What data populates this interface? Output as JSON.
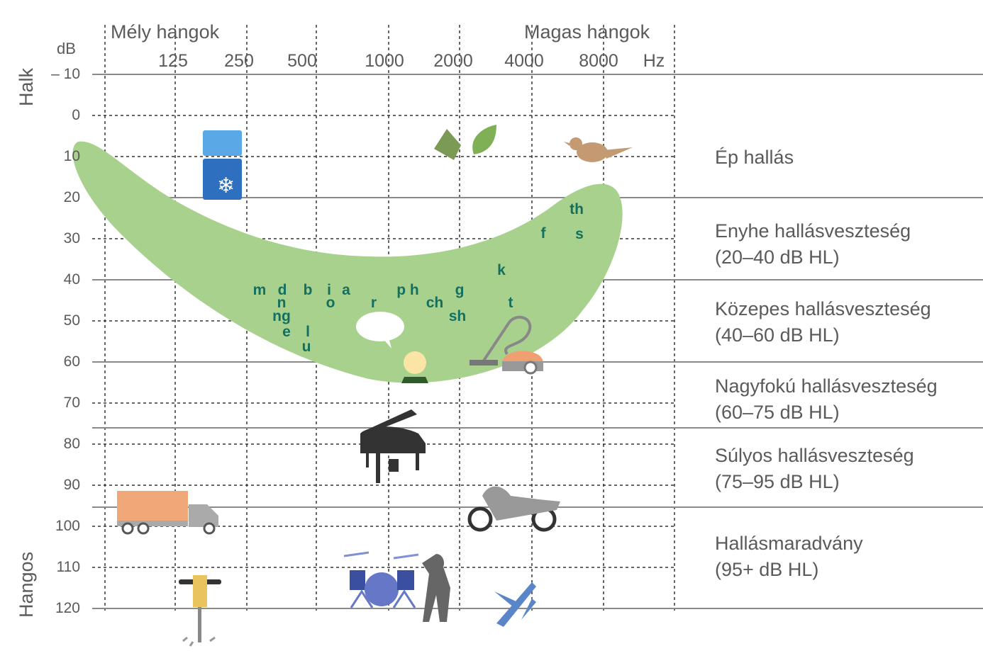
{
  "header": {
    "low_label": "Mély hangok",
    "high_label": "Magas hangok",
    "db_unit": "dB",
    "hz_unit": "Hz"
  },
  "frequencies": [
    "125",
    "250",
    "500",
    "1000",
    "2000",
    "4000",
    "8000"
  ],
  "db_levels": [
    "– 10",
    "0",
    "10",
    "20",
    "30",
    "40",
    "50",
    "60",
    "70",
    "80",
    "90",
    "100",
    "110",
    "120"
  ],
  "side_labels": {
    "quiet": "Halk",
    "loud": "Hangos"
  },
  "categories": [
    {
      "line1": "Ép hallás",
      "line2": ""
    },
    {
      "line1": "Enyhe hallásveszteség",
      "line2": "(20–40 dB HL)"
    },
    {
      "line1": "Közepes hallásveszteség",
      "line2": "(40–60 dB HL)"
    },
    {
      "line1": "Nagyfokú hallásveszteség",
      "line2": "(60–75 dB HL)"
    },
    {
      "line1": "Súlyos hallásveszteség",
      "line2": "(75–95 dB HL)"
    },
    {
      "line1": "Hallásmaradvány",
      "line2": "(95+ dB HL)"
    }
  ],
  "phonemes": [
    "th",
    "f",
    "s",
    "k",
    "m",
    "d",
    "b",
    "i",
    "a",
    "p h",
    "g",
    "n",
    "o",
    "r",
    "ch",
    "t",
    "ng",
    "sh",
    "e",
    "l",
    "u"
  ],
  "colors": {
    "banana": "#a9d18e",
    "phoneme": "#13705f",
    "text": "#5a5a5a",
    "line": "#8a8a8a"
  }
}
